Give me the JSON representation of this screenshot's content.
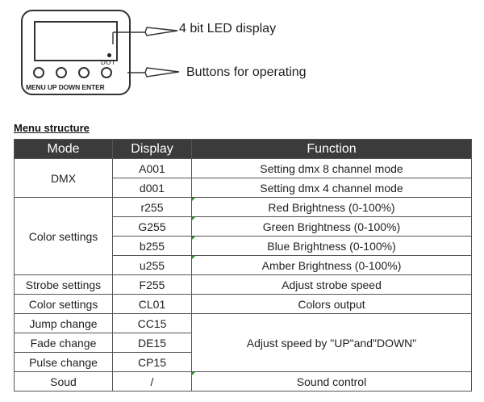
{
  "diagram": {
    "dot_label": "DOT",
    "button_labels": "MENU UP DOWN ENTER",
    "callout_display": "4 bit LED display",
    "callout_buttons": "Buttons for operating"
  },
  "menu": {
    "title": "Menu structure",
    "headers": [
      "Mode",
      "Display",
      "Function"
    ],
    "rows": {
      "dmx_mode": "DMX",
      "dmx_a_display": "A001",
      "dmx_a_function": "Setting dmx 8 channel mode",
      "dmx_d_display": "d001",
      "dmx_d_function": "Setting dmx 4 channel mode",
      "color_mode": "Color settings",
      "red_display": "r255",
      "red_function": "Red Brightness (0-100%)",
      "green_display": "G255",
      "green_function": "Green Brightness (0-100%)",
      "blue_display": "b255",
      "blue_function": "Blue Brightness (0-100%)",
      "amber_display": "u255",
      "amber_function": "Amber Brightness (0-100%)",
      "strobe_mode": "Strobe settings",
      "strobe_display": "F255",
      "strobe_function": "Adjust strobe speed",
      "color2_mode": "Color settings",
      "color2_display": "CL01",
      "color2_function": "Colors output",
      "jump_mode": "Jump change",
      "jump_display": "CC15",
      "fade_mode": "Fade change",
      "fade_display": "DE15",
      "pulse_mode": "Pulse change",
      "pulse_display": "CP15",
      "speed_function": "Adjust speed by \"UP\"and\"DOWN\"",
      "sound_mode": "Soud",
      "sound_display": "/",
      "sound_function": "Sound control"
    }
  }
}
